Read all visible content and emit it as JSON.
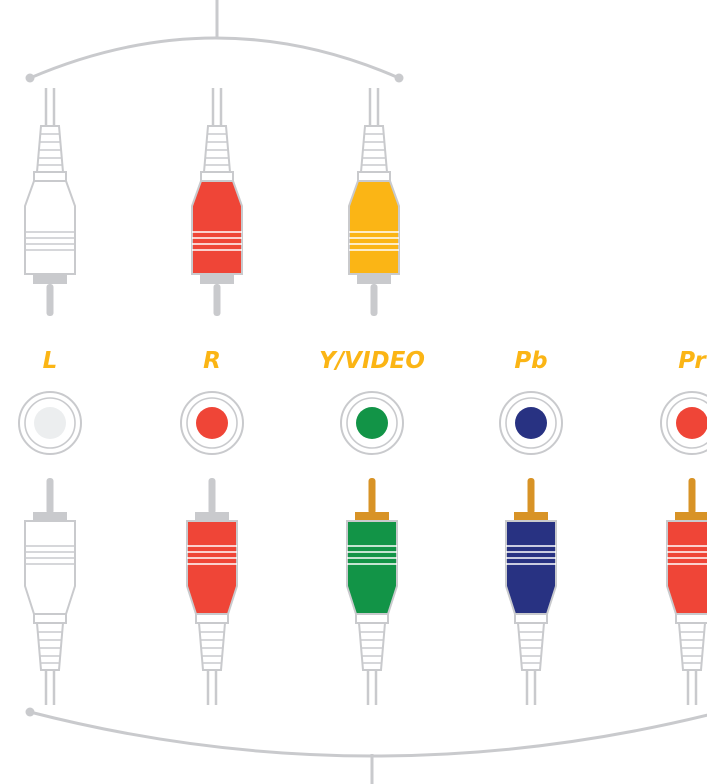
{
  "colors": {
    "white": "#ffffff",
    "red": "#ef4537",
    "yellow": "#fbb515",
    "green": "#129447",
    "blue": "#283282",
    "line": "#c9cacd",
    "gold": "#d89326",
    "label": "#fbb515",
    "socket_white": "#eceeef"
  },
  "top_plugs": [
    {
      "id": "white",
      "color": "white"
    },
    {
      "id": "red",
      "color": "red"
    },
    {
      "id": "yellow",
      "color": "yellow"
    }
  ],
  "jacks": [
    {
      "id": "l",
      "label": "L",
      "socket": "socket_white",
      "plug": "white",
      "tip": "line"
    },
    {
      "id": "r",
      "label": "R",
      "socket": "red",
      "plug": "red",
      "tip": "line"
    },
    {
      "id": "y-video",
      "label": "Y/VIDEO",
      "socket": "green",
      "plug": "green",
      "tip": "gold"
    },
    {
      "id": "pb",
      "label": "Pb",
      "socket": "blue",
      "plug": "blue",
      "tip": "gold"
    },
    {
      "id": "pr",
      "label": "Pr",
      "socket": "red",
      "plug": "red",
      "tip": "gold"
    }
  ]
}
